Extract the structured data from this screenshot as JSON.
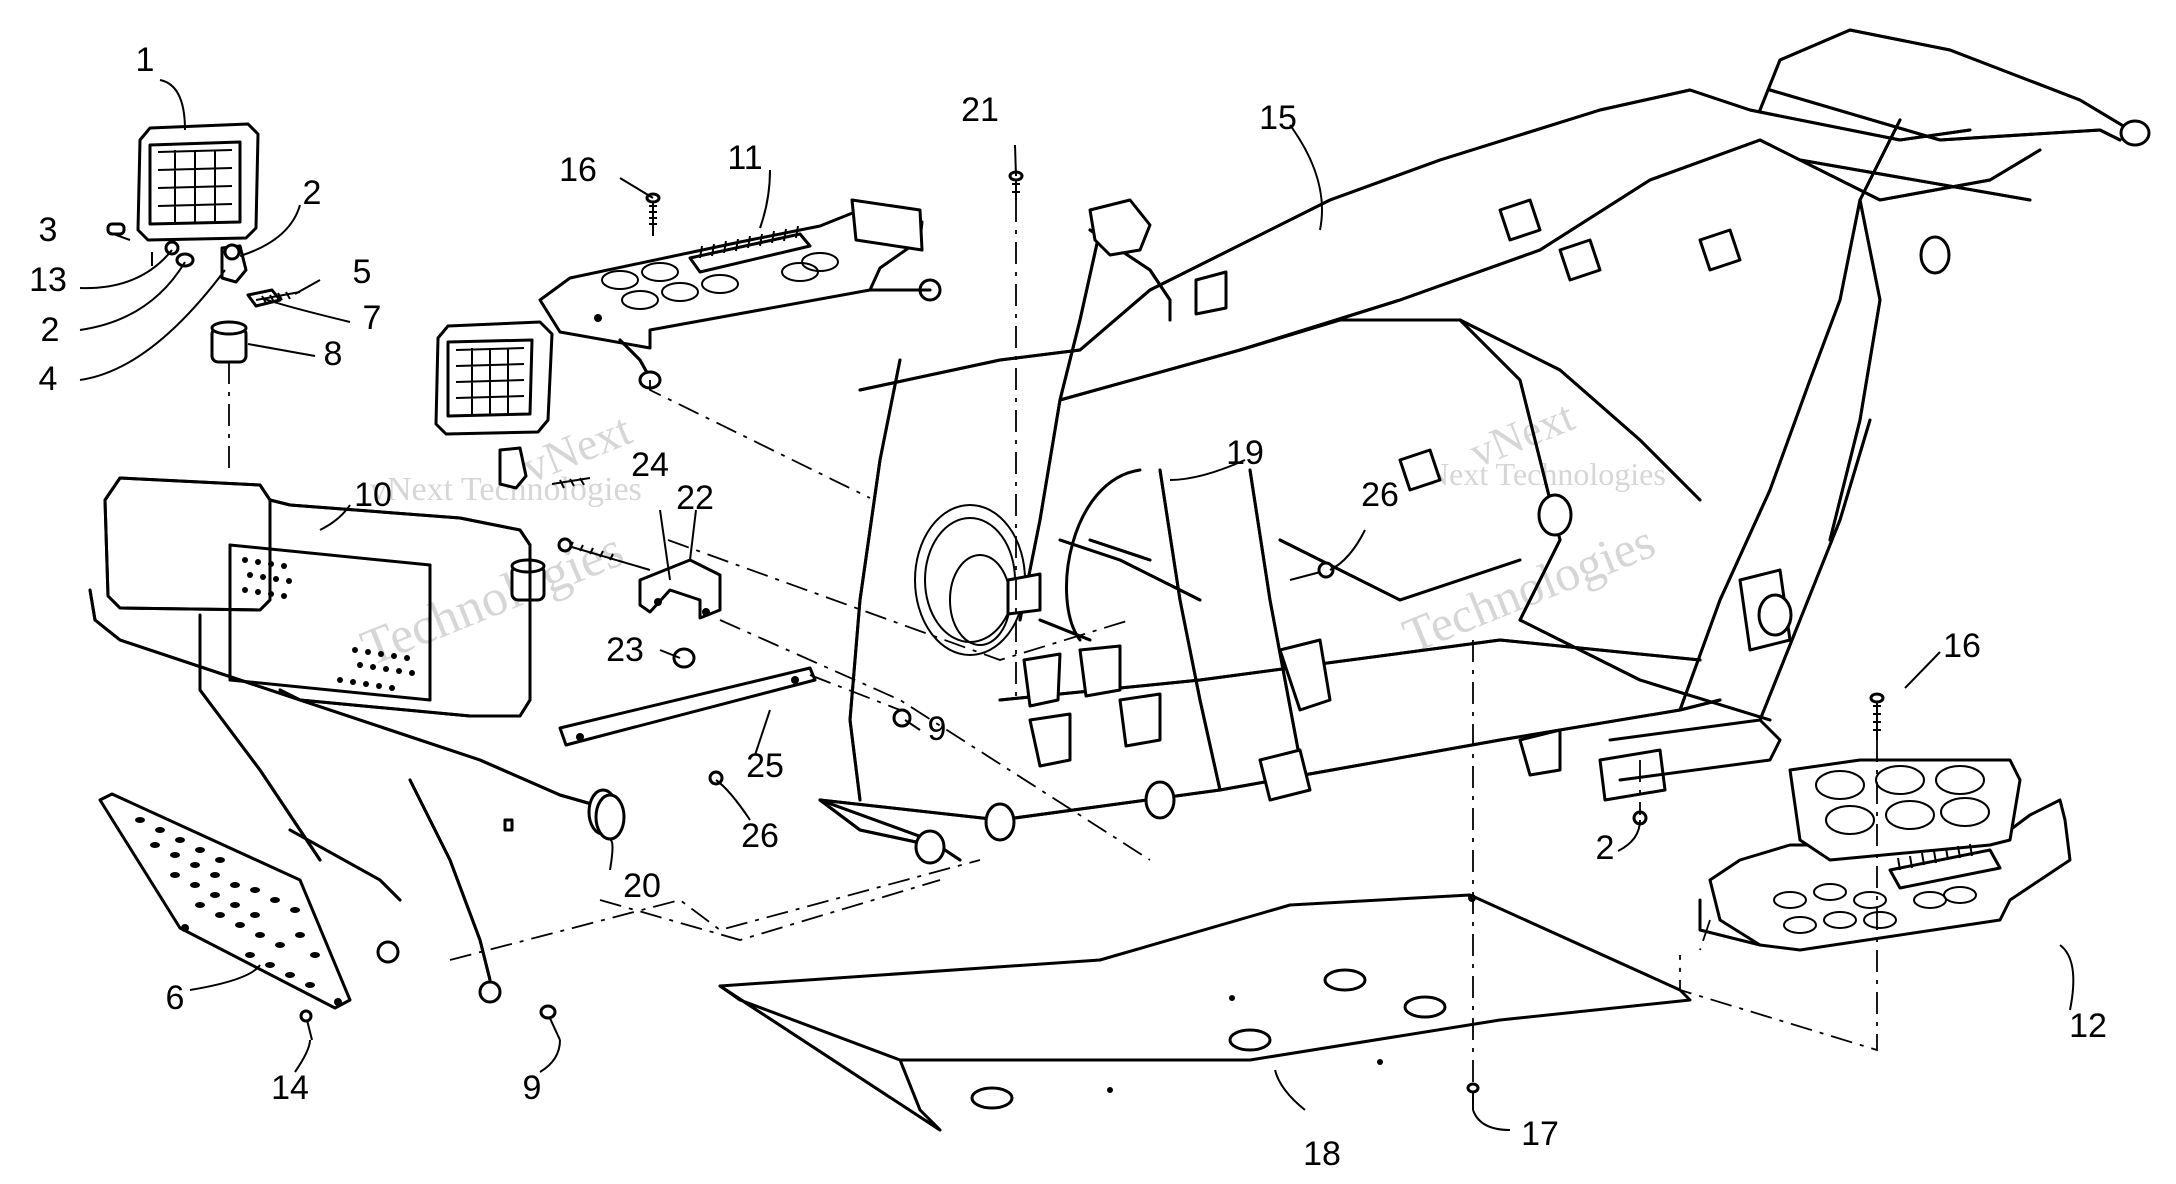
{
  "watermark": {
    "brand": "vNext Technologies",
    "brand_line1": "vNext",
    "brand_line2": "Technologies"
  },
  "callouts": [
    {
      "id": "c1",
      "text": "1"
    },
    {
      "id": "c2a",
      "text": "2"
    },
    {
      "id": "c2b",
      "text": "2"
    },
    {
      "id": "c2c",
      "text": "2"
    },
    {
      "id": "c3",
      "text": "3"
    },
    {
      "id": "c4",
      "text": "4"
    },
    {
      "id": "c5",
      "text": "5"
    },
    {
      "id": "c6",
      "text": "6"
    },
    {
      "id": "c7",
      "text": "7"
    },
    {
      "id": "c8",
      "text": "8"
    },
    {
      "id": "c9a",
      "text": "9"
    },
    {
      "id": "c9b",
      "text": "9"
    },
    {
      "id": "c10",
      "text": "10"
    },
    {
      "id": "c11",
      "text": "11"
    },
    {
      "id": "c12",
      "text": "12"
    },
    {
      "id": "c13",
      "text": "13"
    },
    {
      "id": "c14",
      "text": "14"
    },
    {
      "id": "c15",
      "text": "15"
    },
    {
      "id": "c16a",
      "text": "16"
    },
    {
      "id": "c16b",
      "text": "16"
    },
    {
      "id": "c17",
      "text": "17"
    },
    {
      "id": "c18",
      "text": "18"
    },
    {
      "id": "c19",
      "text": "19"
    },
    {
      "id": "c20",
      "text": "20"
    },
    {
      "id": "c21",
      "text": "21"
    },
    {
      "id": "c22",
      "text": "22"
    },
    {
      "id": "c23",
      "text": "23"
    },
    {
      "id": "c24",
      "text": "24"
    },
    {
      "id": "c25",
      "text": "25"
    },
    {
      "id": "c26a",
      "text": "26"
    },
    {
      "id": "c26b",
      "text": "26"
    }
  ]
}
